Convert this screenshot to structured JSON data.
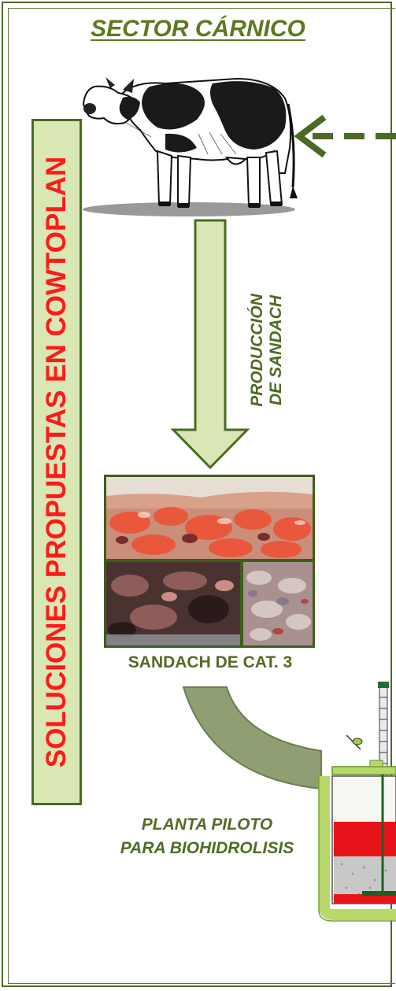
{
  "title": "SECTOR CÁRNICO",
  "side_banner": "SOLUCIONES PROPUESTAS EN COWTOPLAN",
  "flow_label": [
    "PRODUCCIÓN",
    "DE SANDACH"
  ],
  "photo_caption": "SANDACH DE CAT. 3",
  "plant_label": [
    "PLANTA PILOTO",
    "PARA BIOHIDROLISIS"
  ],
  "colors": {
    "frame": "#4d6a2a",
    "arrow_fill": "#d8e7b4",
    "title_text": "#5c7a1f",
    "banner_text": "#ff1a1a",
    "reactor_red": "#e8141b"
  },
  "icons": [
    "cow-illustration",
    "dashed-arrow-icon",
    "down-arrow-icon",
    "curved-arrow-icon",
    "reactor-illustration"
  ]
}
